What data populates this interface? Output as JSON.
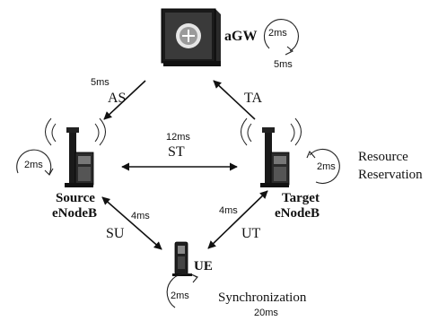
{
  "nodes": {
    "agw": {
      "label": "aGW",
      "cycle_label": "2ms",
      "cycle_time": "5ms"
    },
    "source": {
      "label_line1": "Source",
      "label_line2": "eNodeB",
      "cycle_label": "2ms"
    },
    "target": {
      "label_line1": "Target",
      "label_line2": "eNodeB",
      "cycle_label": "2ms",
      "note_line1": "Resource",
      "note_line2": "Reservation"
    },
    "ue": {
      "label": "UE",
      "cycle_label": "2ms",
      "note": "Synchronization",
      "note_time": "20ms"
    }
  },
  "links": {
    "as": {
      "label": "AS",
      "time": "5ms"
    },
    "ta": {
      "label": "TA",
      "time": ""
    },
    "st": {
      "label": "ST",
      "time": "12ms"
    },
    "su": {
      "label": "SU",
      "time": "4ms"
    },
    "ut": {
      "label": "UT",
      "time": "4ms"
    }
  }
}
